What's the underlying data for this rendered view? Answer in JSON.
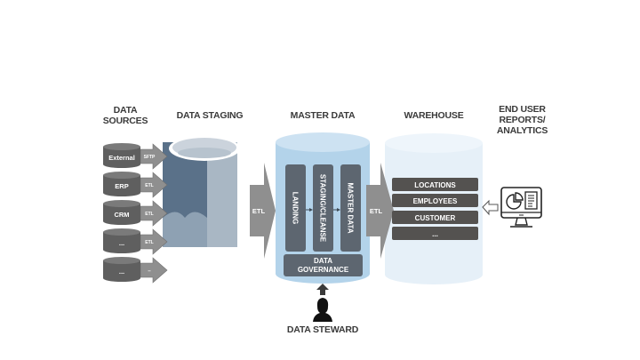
{
  "headers": {
    "sources": [
      "DATA",
      "SOURCES"
    ],
    "staging": "DATA STAGING",
    "master": "MASTER DATA",
    "warehouse": "WAREHOUSE",
    "reports": [
      "END USER",
      "REPORTS/",
      "ANALYTICS"
    ]
  },
  "sources": [
    {
      "label": "External",
      "arrow": "SFTP"
    },
    {
      "label": "ERP",
      "arrow": "ETL"
    },
    {
      "label": "CRM",
      "arrow": "ETL"
    },
    {
      "label": "...",
      "arrow": "ETL"
    },
    {
      "label": "...",
      "arrow": "--"
    }
  ],
  "etl_staging_to_master": "ETL",
  "etl_master_to_warehouse": "ETL",
  "master": {
    "stages": [
      "LANDING",
      "STAGING/CLEANSE",
      "MASTER DATA"
    ],
    "governance": [
      "DATA",
      "GOVERNANCE"
    ]
  },
  "warehouse": {
    "tables": [
      "LOCATIONS",
      "EMPLOYEES",
      "CUSTOMER",
      "..."
    ]
  },
  "steward": "DATA STEWARD",
  "colors": {
    "source_cyl": "#5f5f5f",
    "arrow_gray": "#8f8f8f",
    "staging_dark": "#5a7189",
    "staging_light": "#a9b7c4",
    "master_cyl": "#b3d3ea",
    "stage_box": "#5d6670",
    "warehouse_cyl": "#e6f0f8",
    "table_box": "#545250"
  }
}
